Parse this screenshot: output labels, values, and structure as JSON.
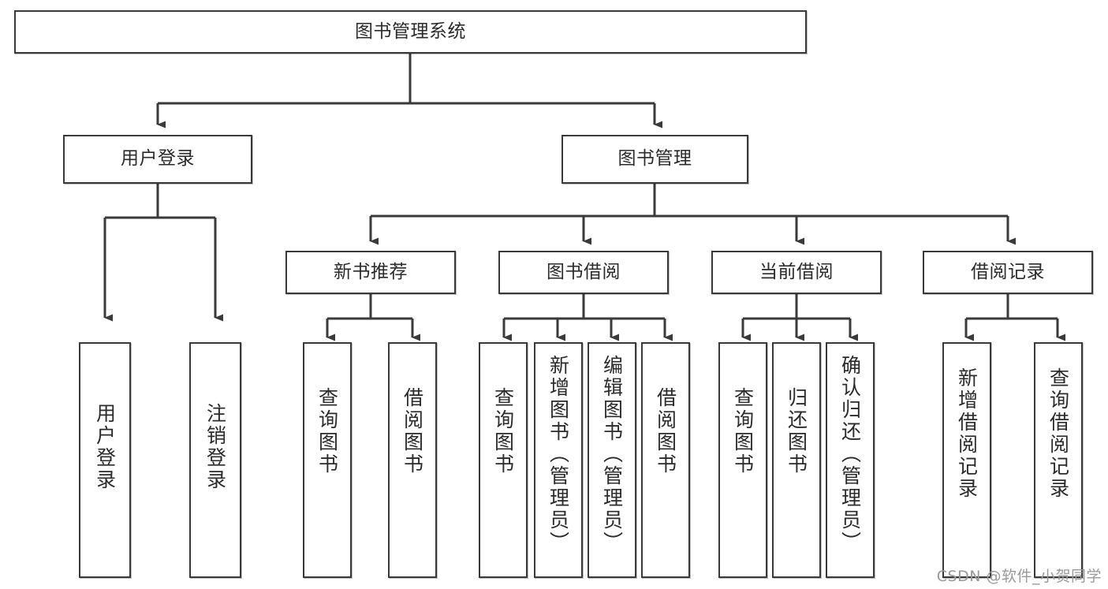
{
  "diagram": {
    "type": "tree",
    "title": "图书管理系统",
    "root": {
      "label": "图书管理系统",
      "orientation": "horizontal"
    },
    "level2": [
      {
        "label": "用户登录",
        "orientation": "horizontal"
      },
      {
        "label": "图书管理",
        "orientation": "horizontal"
      }
    ],
    "level3": [
      {
        "label": "新书推荐",
        "orientation": "horizontal"
      },
      {
        "label": "图书借阅",
        "orientation": "horizontal"
      },
      {
        "label": "当前借阅",
        "orientation": "horizontal"
      },
      {
        "label": "借阅记录",
        "orientation": "horizontal"
      }
    ],
    "leaves": {
      "user_login": [
        {
          "label": "用户登录",
          "orientation": "vertical"
        },
        {
          "label": "注销登录",
          "orientation": "vertical"
        }
      ],
      "new_book_recommend": [
        {
          "label": "查询图书",
          "orientation": "vertical"
        },
        {
          "label": "借阅图书",
          "orientation": "vertical"
        }
      ],
      "book_borrow": [
        {
          "label": "查询图书",
          "orientation": "vertical"
        },
        {
          "label": "新增图书（管理员）",
          "orientation": "vertical"
        },
        {
          "label": "编辑图书（管理员）",
          "orientation": "vertical"
        },
        {
          "label": "借阅图书",
          "orientation": "vertical"
        }
      ],
      "current_borrow": [
        {
          "label": "查询图书",
          "orientation": "vertical"
        },
        {
          "label": "归还图书",
          "orientation": "vertical"
        },
        {
          "label": "确认归还（管理员）",
          "orientation": "vertical"
        }
      ],
      "borrow_record": [
        {
          "label": "新增借阅记录",
          "orientation": "vertical"
        },
        {
          "label": "查询借阅记录",
          "orientation": "vertical"
        }
      ]
    },
    "colors": {
      "stroke": "#3a3a3a",
      "fill": "#ffffff",
      "text": "#2b2b2b",
      "watermark": "#9a9a9a"
    }
  },
  "watermark": {
    "text": "CSDN @软件_小贺同学"
  }
}
